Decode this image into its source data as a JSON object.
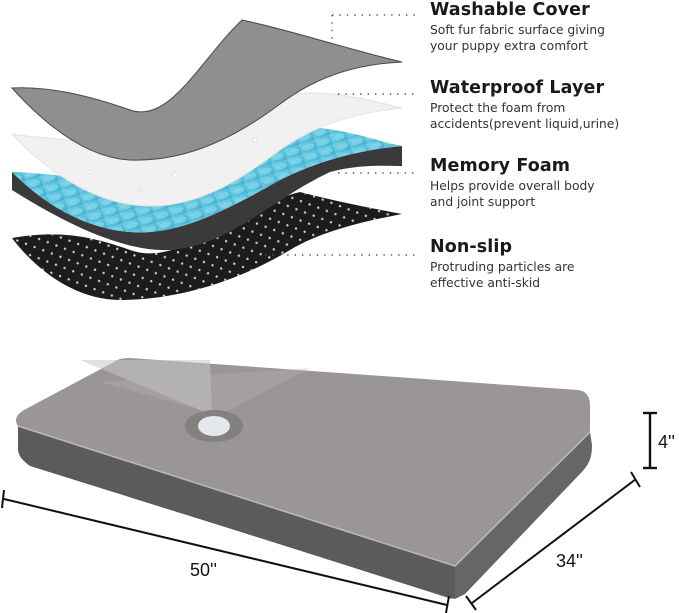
{
  "features": [
    {
      "title": "Washable Cover",
      "desc_line1": "Soft fur fabric surface giving",
      "desc_line2": "your puppy extra comfort"
    },
    {
      "title": "Waterproof Layer",
      "desc_line1": "Protect the foam from",
      "desc_line2": "accidents(prevent liquid,urine)"
    },
    {
      "title": "Memory Foam",
      "desc_line1": "Helps provide overall body",
      "desc_line2": "and joint support"
    },
    {
      "title": "Non-slip",
      "desc_line1": "Protruding particles are",
      "desc_line2": "effective anti-skid"
    }
  ],
  "dimensions": {
    "length": "50''",
    "width": "34''",
    "height": "4''"
  },
  "colors": {
    "cover_gray": "#8f8f8f",
    "waterproof_white": "#f1f1f1",
    "foam_blue": "#5cc3dc",
    "foam_edge": "#3a3a3a",
    "nonslip_black": "#1c1c1c",
    "bed_top": "#9a9696",
    "bed_side": "#5e5e5e"
  }
}
